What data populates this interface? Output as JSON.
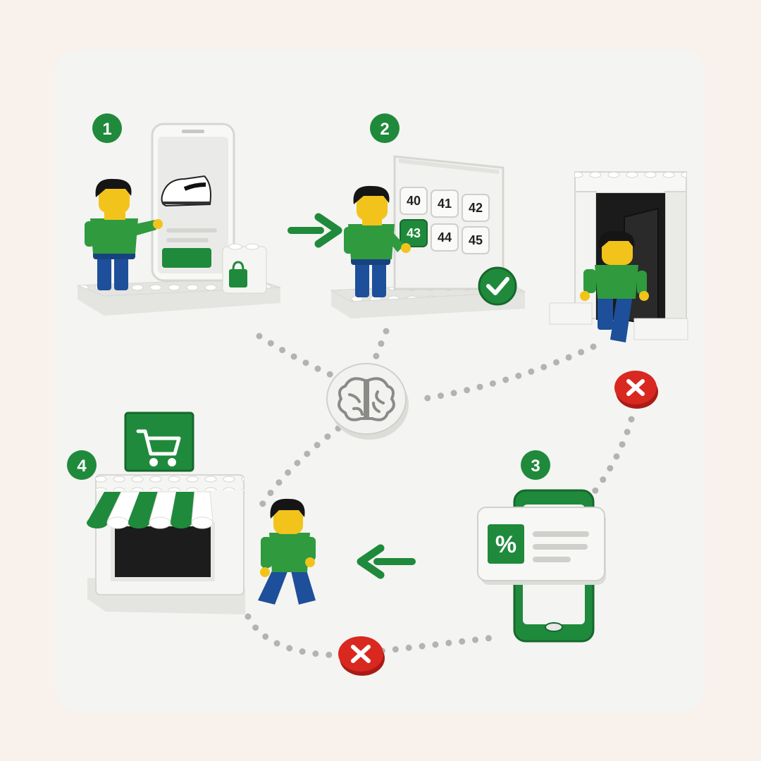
{
  "colors": {
    "page_bg": "#f8f1ec",
    "card_bg": "#f4f4f2",
    "brand_green": "#1f8a3b",
    "green_dark": "#15692c",
    "brick_white": "#f7f7f5",
    "brick_shadow": "#d9d9d5",
    "path_gray": "#b3b3b3",
    "cancel_red": "#d8281f",
    "torso_green": "#2f9a3e",
    "legs_blue": "#1d4f9a",
    "skin_yellow": "#f2c31b",
    "hair_black": "#151515"
  },
  "steps": [
    {
      "number": "1",
      "scene": "product page on phone"
    },
    {
      "number": "2",
      "scene": "size selection"
    },
    {
      "number": "3",
      "scene": "discount notification"
    },
    {
      "number": "4",
      "scene": "store"
    }
  ],
  "size_grid": {
    "sizes": [
      "40",
      "41",
      "42",
      "43",
      "44",
      "45"
    ],
    "selected": "43"
  },
  "discount_card": {
    "symbol": "%"
  },
  "icons": {
    "center": "brain-icon",
    "bag": "shopping-bag-icon",
    "cart": "shopping-cart-icon",
    "confirm": "checkmark-icon",
    "cancel": "x-icon",
    "forward": "arrow-right-icon",
    "back": "arrow-left-icon"
  }
}
